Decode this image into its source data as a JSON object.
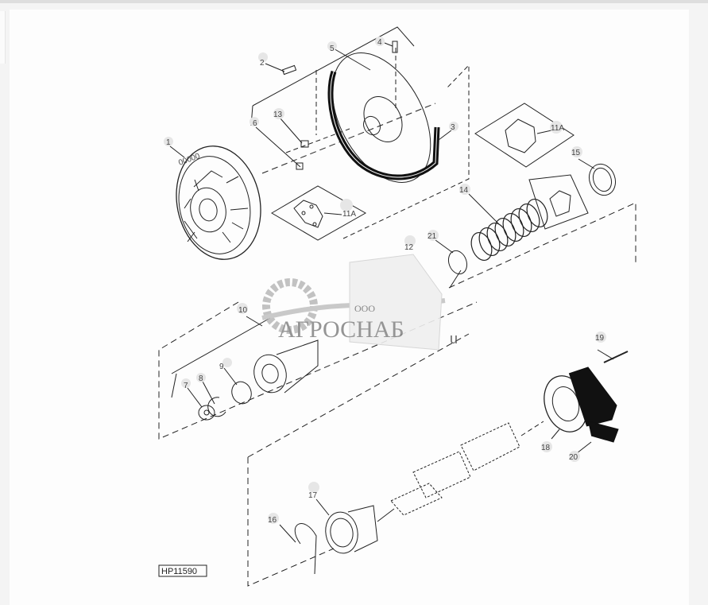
{
  "diagram": {
    "drawing_code": "HP11590",
    "watermark": {
      "prefix": "ООО",
      "brand": "АГРОСНАБ",
      "suffix": "u"
    },
    "callouts": [
      {
        "id": "c1",
        "label": "1"
      },
      {
        "id": "c2",
        "label": "2"
      },
      {
        "id": "c3",
        "label": "3"
      },
      {
        "id": "c4",
        "label": "4"
      },
      {
        "id": "c5",
        "label": "5"
      },
      {
        "id": "c6",
        "label": "6"
      },
      {
        "id": "c7",
        "label": "7"
      },
      {
        "id": "c8",
        "label": "8"
      },
      {
        "id": "c9",
        "label": "9"
      },
      {
        "id": "c10",
        "label": "10"
      },
      {
        "id": "c11a1",
        "label": "11A"
      },
      {
        "id": "c11a2",
        "label": "11A"
      },
      {
        "id": "c12",
        "label": "12"
      },
      {
        "id": "c13",
        "label": "13"
      },
      {
        "id": "c14",
        "label": "14"
      },
      {
        "id": "c15",
        "label": "15"
      },
      {
        "id": "c16",
        "label": "16"
      },
      {
        "id": "c17",
        "label": "17"
      },
      {
        "id": "c18",
        "label": "18"
      },
      {
        "id": "c19",
        "label": "19"
      },
      {
        "id": "c20",
        "label": "20"
      },
      {
        "id": "c21",
        "label": "21"
      }
    ]
  }
}
